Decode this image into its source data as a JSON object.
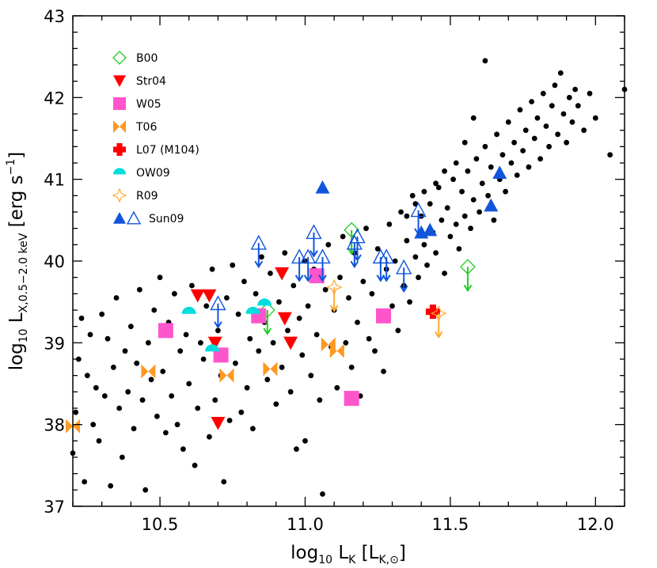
{
  "chart_data": {
    "type": "scatter",
    "title": "",
    "xlabel": {
      "base": "log",
      "base_sub": "10",
      "main": " L",
      "main_sub": "K",
      "unit_open": " [L",
      "unit_sub": "K,⊙",
      "unit_close": "]"
    },
    "ylabel": {
      "base": "log",
      "base_sub": "10",
      "main": " L",
      "main_sub": "X,0.5−2.0 keV",
      "unit_open": " [erg s",
      "unit_sup": "−1",
      "unit_close": "]"
    },
    "xlim": [
      10.2,
      12.1
    ],
    "ylim": [
      37,
      43
    ],
    "xticks": [
      "10.5",
      "11.0",
      "11.5",
      "12.0"
    ],
    "xtick_values": [
      10.5,
      11.0,
      11.5,
      12.0
    ],
    "yticks": [
      "37",
      "38",
      "39",
      "40",
      "41",
      "42",
      "43"
    ],
    "ytick_values": [
      37,
      38,
      39,
      40,
      41,
      42,
      43
    ],
    "legend_position": "top-left",
    "series": [
      {
        "name": "B00",
        "marker": "diamond-open",
        "color": "#22cc22",
        "points": [
          [
            11.16,
            40.38
          ],
          [
            10.87,
            39.4
          ],
          [
            11.56,
            39.93
          ]
        ],
        "upper_limits": [
          [
            11.16,
            40.38
          ],
          [
            10.87,
            39.4
          ],
          [
            11.56,
            39.93
          ]
        ]
      },
      {
        "name": "Str04",
        "marker": "triangle-down",
        "color": "#ff0000",
        "points": [
          [
            10.63,
            39.58
          ],
          [
            10.67,
            39.58
          ],
          [
            10.69,
            39.0
          ],
          [
            10.7,
            38.02
          ],
          [
            10.92,
            39.85
          ],
          [
            10.93,
            39.3
          ],
          [
            10.95,
            39.0
          ]
        ],
        "upper_limits": []
      },
      {
        "name": "W05",
        "marker": "square",
        "color": "#ff55cc",
        "points": [
          [
            10.52,
            39.15
          ],
          [
            10.71,
            38.85
          ],
          [
            10.84,
            39.33
          ],
          [
            11.04,
            39.82
          ],
          [
            11.16,
            38.32
          ],
          [
            11.27,
            39.33
          ]
        ],
        "upper_limits": []
      },
      {
        "name": "T06",
        "marker": "bowtie",
        "color": "#ff9922",
        "points": [
          [
            10.2,
            37.98
          ],
          [
            10.46,
            38.65
          ],
          [
            10.73,
            38.6
          ],
          [
            10.88,
            38.68
          ],
          [
            11.08,
            38.98
          ],
          [
            11.11,
            38.9
          ]
        ],
        "upper_limits": []
      },
      {
        "name": "L07 (M104)",
        "marker": "cross",
        "color": "#ff0000",
        "points": [
          [
            11.44,
            39.38
          ]
        ],
        "upper_limits": []
      },
      {
        "name": "OW09",
        "marker": "half-circle",
        "color": "#00dddd",
        "points": [
          [
            10.6,
            39.38
          ],
          [
            10.68,
            38.92
          ],
          [
            10.82,
            39.38
          ],
          [
            10.86,
            39.48
          ]
        ],
        "upper_limits": []
      },
      {
        "name": "R09",
        "marker": "diamond-star-open",
        "color": "#ffaa33",
        "points": [
          [
            11.1,
            39.68
          ],
          [
            11.46,
            39.36
          ]
        ],
        "upper_limits": [
          [
            11.1,
            39.68
          ],
          [
            11.46,
            39.36
          ]
        ]
      },
      {
        "name": "Sun09",
        "marker": "triangle-up",
        "color": "#1155dd",
        "points": [
          [
            11.06,
            40.9
          ],
          [
            11.4,
            40.35
          ],
          [
            11.43,
            40.38
          ],
          [
            11.64,
            40.68
          ],
          [
            11.67,
            41.08
          ]
        ],
        "upper_limits": []
      },
      {
        "name": "Sun09",
        "marker": "triangle-up-open",
        "color": "#1155dd",
        "points": [
          [
            10.7,
            39.48
          ],
          [
            10.84,
            40.22
          ],
          [
            10.98,
            40.05
          ],
          [
            11.01,
            40.05
          ],
          [
            11.03,
            40.35
          ],
          [
            11.06,
            40.05
          ],
          [
            11.17,
            40.22
          ],
          [
            11.18,
            40.3
          ],
          [
            11.26,
            40.05
          ],
          [
            11.28,
            40.05
          ],
          [
            11.34,
            39.92
          ],
          [
            11.39,
            40.62
          ]
        ],
        "upper_limits": [
          [
            10.7,
            39.48
          ],
          [
            10.84,
            40.22
          ],
          [
            10.98,
            40.05
          ],
          [
            11.01,
            40.05
          ],
          [
            11.03,
            40.35
          ],
          [
            11.06,
            40.05
          ],
          [
            11.17,
            40.22
          ],
          [
            11.18,
            40.3
          ],
          [
            11.26,
            40.05
          ],
          [
            11.28,
            40.05
          ],
          [
            11.34,
            39.92
          ],
          [
            11.39,
            40.62
          ]
        ]
      },
      {
        "name": "",
        "marker": "dot",
        "color": "#000000",
        "upper_limits": [],
        "points": [
          [
            10.2,
            37.65
          ],
          [
            10.21,
            38.15
          ],
          [
            10.22,
            38.8
          ],
          [
            10.23,
            39.3
          ],
          [
            10.24,
            37.3
          ],
          [
            10.25,
            38.6
          ],
          [
            10.26,
            39.1
          ],
          [
            10.27,
            38.0
          ],
          [
            10.28,
            38.45
          ],
          [
            10.29,
            37.8
          ],
          [
            10.3,
            39.35
          ],
          [
            10.31,
            38.35
          ],
          [
            10.32,
            39.05
          ],
          [
            10.33,
            37.25
          ],
          [
            10.34,
            38.7
          ],
          [
            10.35,
            39.55
          ],
          [
            10.36,
            38.2
          ],
          [
            10.37,
            37.6
          ],
          [
            10.38,
            38.9
          ],
          [
            10.39,
            38.4
          ],
          [
            10.4,
            39.2
          ],
          [
            10.41,
            37.95
          ],
          [
            10.42,
            38.75
          ],
          [
            10.43,
            39.65
          ],
          [
            10.44,
            38.3
          ],
          [
            10.45,
            37.2
          ],
          [
            10.46,
            39.0
          ],
          [
            10.47,
            38.55
          ],
          [
            10.48,
            39.4
          ],
          [
            10.49,
            38.1
          ],
          [
            10.5,
            39.8
          ],
          [
            10.51,
            38.65
          ],
          [
            10.52,
            37.9
          ],
          [
            10.53,
            39.25
          ],
          [
            10.54,
            38.35
          ],
          [
            10.55,
            39.6
          ],
          [
            10.56,
            38.0
          ],
          [
            10.57,
            38.9
          ],
          [
            10.58,
            37.7
          ],
          [
            10.59,
            39.1
          ],
          [
            10.6,
            38.5
          ],
          [
            10.61,
            39.7
          ],
          [
            10.62,
            37.5
          ],
          [
            10.63,
            38.2
          ],
          [
            10.64,
            39.0
          ],
          [
            10.65,
            38.8
          ],
          [
            10.66,
            39.45
          ],
          [
            10.67,
            37.85
          ],
          [
            10.68,
            39.9
          ],
          [
            10.69,
            38.3
          ],
          [
            10.7,
            39.15
          ],
          [
            10.71,
            38.6
          ],
          [
            10.72,
            37.3
          ],
          [
            10.73,
            39.55
          ],
          [
            10.74,
            38.05
          ],
          [
            10.75,
            39.95
          ],
          [
            10.76,
            38.75
          ],
          [
            10.77,
            39.35
          ],
          [
            10.78,
            38.15
          ],
          [
            10.79,
            39.75
          ],
          [
            10.8,
            38.45
          ],
          [
            10.81,
            39.05
          ],
          [
            10.82,
            37.95
          ],
          [
            10.83,
            39.6
          ],
          [
            10.84,
            38.9
          ],
          [
            10.85,
            40.05
          ],
          [
            10.86,
            39.25
          ],
          [
            10.87,
            38.55
          ],
          [
            10.88,
            39.85
          ],
          [
            10.89,
            39.0
          ],
          [
            10.9,
            38.25
          ],
          [
            10.91,
            39.5
          ],
          [
            10.92,
            38.7
          ],
          [
            10.93,
            40.1
          ],
          [
            10.94,
            39.15
          ],
          [
            10.95,
            38.4
          ],
          [
            10.96,
            39.7
          ],
          [
            10.97,
            37.7
          ],
          [
            10.98,
            39.3
          ],
          [
            10.99,
            38.85
          ],
          [
            11.0,
            40.0
          ],
          [
            11.0,
            37.8
          ],
          [
            11.01,
            39.45
          ],
          [
            11.02,
            38.6
          ],
          [
            11.03,
            39.9
          ],
          [
            11.04,
            39.1
          ],
          [
            11.05,
            38.3
          ],
          [
            11.06,
            37.15
          ],
          [
            11.07,
            39.65
          ],
          [
            11.08,
            40.2
          ],
          [
            11.09,
            38.95
          ],
          [
            11.1,
            39.4
          ],
          [
            11.11,
            38.45
          ],
          [
            11.12,
            39.8
          ],
          [
            11.13,
            40.3
          ],
          [
            11.14,
            39.0
          ],
          [
            11.15,
            39.55
          ],
          [
            11.16,
            38.7
          ],
          [
            11.17,
            40.1
          ],
          [
            11.18,
            39.25
          ],
          [
            11.19,
            38.35
          ],
          [
            11.2,
            39.75
          ],
          [
            11.21,
            40.4
          ],
          [
            11.22,
            39.05
          ],
          [
            11.23,
            39.6
          ],
          [
            11.24,
            38.9
          ],
          [
            11.25,
            40.15
          ],
          [
            11.26,
            39.35
          ],
          [
            11.27,
            38.65
          ],
          [
            11.28,
            39.9
          ],
          [
            11.29,
            40.45
          ],
          [
            11.3,
            39.45
          ],
          [
            11.31,
            40.0
          ],
          [
            11.32,
            39.15
          ],
          [
            11.33,
            40.6
          ],
          [
            11.34,
            39.7
          ],
          [
            11.35,
            40.25
          ],
          [
            11.36,
            39.5
          ],
          [
            11.37,
            40.8
          ],
          [
            11.38,
            40.05
          ],
          [
            11.39,
            39.8
          ],
          [
            11.4,
            40.55
          ],
          [
            11.41,
            40.2
          ],
          [
            11.42,
            39.95
          ],
          [
            11.43,
            40.7
          ],
          [
            11.44,
            40.35
          ],
          [
            11.45,
            40.1
          ],
          [
            11.46,
            40.9
          ],
          [
            11.47,
            40.5
          ],
          [
            11.48,
            39.85
          ],
          [
            11.49,
            40.65
          ],
          [
            11.5,
            40.3
          ],
          [
            11.51,
            41.0
          ],
          [
            11.52,
            40.45
          ],
          [
            11.53,
            40.15
          ],
          [
            11.54,
            40.85
          ],
          [
            11.55,
            40.55
          ],
          [
            11.56,
            41.1
          ],
          [
            11.57,
            40.4
          ],
          [
            11.58,
            40.75
          ],
          [
            11.59,
            41.25
          ],
          [
            11.6,
            40.6
          ],
          [
            11.61,
            40.95
          ],
          [
            11.62,
            41.4
          ],
          [
            11.63,
            40.8
          ],
          [
            11.64,
            41.15
          ],
          [
            11.65,
            40.5
          ],
          [
            11.66,
            41.55
          ],
          [
            11.67,
            41.0
          ],
          [
            11.68,
            41.3
          ],
          [
            11.69,
            40.85
          ],
          [
            11.7,
            41.7
          ],
          [
            11.71,
            41.2
          ],
          [
            11.72,
            41.45
          ],
          [
            11.73,
            41.05
          ],
          [
            11.74,
            41.85
          ],
          [
            11.75,
            41.35
          ],
          [
            11.76,
            41.6
          ],
          [
            11.77,
            41.15
          ],
          [
            11.78,
            41.95
          ],
          [
            11.79,
            41.5
          ],
          [
            11.8,
            41.75
          ],
          [
            11.81,
            41.25
          ],
          [
            11.82,
            42.05
          ],
          [
            11.83,
            41.65
          ],
          [
            11.84,
            41.4
          ],
          [
            11.85,
            41.9
          ],
          [
            11.86,
            42.15
          ],
          [
            11.87,
            41.55
          ],
          [
            11.88,
            42.3
          ],
          [
            11.89,
            41.8
          ],
          [
            11.9,
            41.45
          ],
          [
            11.91,
            42.0
          ],
          [
            11.92,
            41.7
          ],
          [
            11.93,
            42.1
          ],
          [
            11.94,
            41.9
          ],
          [
            11.96,
            41.6
          ],
          [
            11.98,
            42.05
          ],
          [
            12.0,
            41.75
          ],
          [
            12.05,
            41.3
          ],
          [
            12.1,
            42.1
          ],
          [
            11.62,
            42.45
          ],
          [
            11.58,
            41.75
          ],
          [
            11.55,
            41.45
          ],
          [
            11.52,
            41.2
          ],
          [
            11.48,
            41.1
          ],
          [
            11.45,
            40.95
          ],
          [
            11.41,
            40.85
          ],
          [
            11.38,
            40.7
          ],
          [
            11.35,
            40.55
          ]
        ]
      }
    ]
  }
}
